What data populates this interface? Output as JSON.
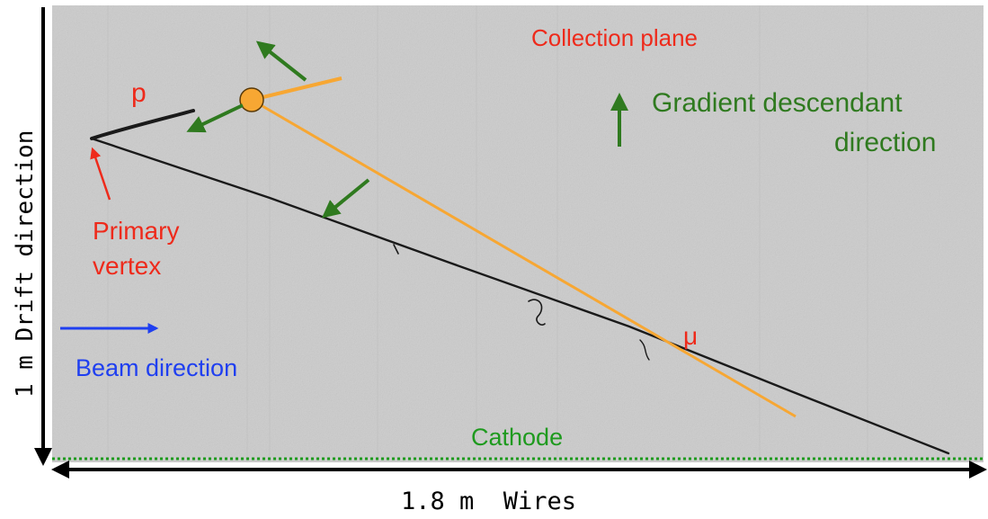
{
  "labels": {
    "collection_plane": "Collection plane",
    "proton": "p",
    "gradient_line1": "Gradient descendant",
    "gradient_line2": "direction",
    "primary_line1": "Primary",
    "primary_line2": "vertex",
    "muon": "μ",
    "beam_direction": "Beam direction",
    "cathode": "Cathode",
    "y_axis": "1 m Drift direction",
    "x_axis": "1.8 m  Wires"
  },
  "colors": {
    "red_text": "#ee2a1b",
    "green": "#2f7a1f",
    "orange": "#f7a733",
    "blue": "#1f3ff0",
    "cathode_green": "#1e9a1e",
    "track": "#1a1a1a",
    "background": "#cfcfcf"
  }
}
